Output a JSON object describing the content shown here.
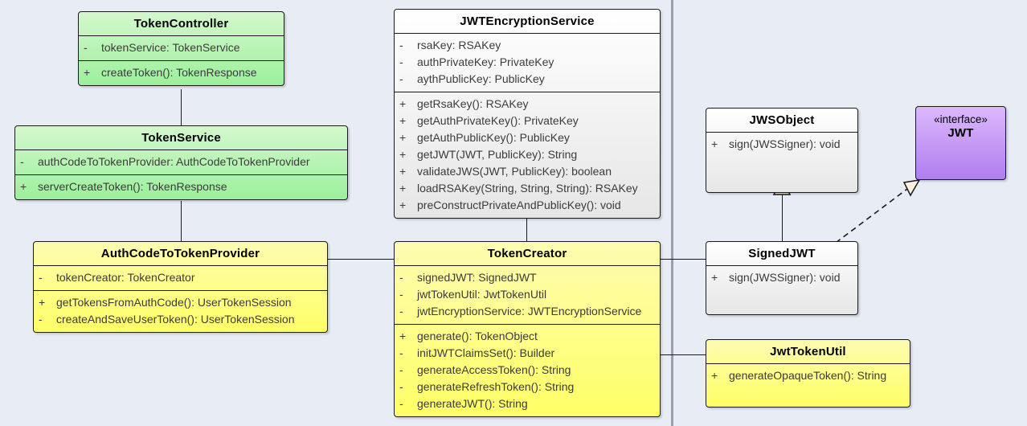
{
  "diagram": {
    "kind": "uml-class-diagram",
    "background": "#e8ecf5",
    "divider_color": "#9aa0ab",
    "colors": {
      "green": "#9cf09c",
      "yellow": "#ffff66",
      "white": "#ffffff",
      "purple": "#b07ef0",
      "arrow_fill": "#fdf0dc",
      "line": "#1a1a1a"
    }
  },
  "classes": {
    "token_controller": {
      "name": "TokenController",
      "attributes": [
        {
          "visibility": "-",
          "signature": "tokenService: TokenService"
        }
      ],
      "methods": [
        {
          "visibility": "+",
          "signature": "createToken(): TokenResponse"
        }
      ]
    },
    "jwt_encryption_service": {
      "name": "JWTEncryptionService",
      "attributes": [
        {
          "visibility": "-",
          "signature": "rsaKey: RSAKey"
        },
        {
          "visibility": "-",
          "signature": "authPrivateKey: PrivateKey"
        },
        {
          "visibility": "-",
          "signature": "aythPublicKey: PublicKey"
        }
      ],
      "methods": [
        {
          "visibility": "+",
          "signature": "getRsaKey(): RSAKey"
        },
        {
          "visibility": "+",
          "signature": "getAuthPrivateKey(): PrivateKey"
        },
        {
          "visibility": "+",
          "signature": "getAuthPublicKey(): PublicKey"
        },
        {
          "visibility": "+",
          "signature": "getJWT(JWT, PublicKey): String"
        },
        {
          "visibility": "+",
          "signature": "validateJWS(JWT, PublicKey): boolean"
        },
        {
          "visibility": "+",
          "signature": "loadRSAKey(String, String, String): RSAKey"
        },
        {
          "visibility": "+",
          "signature": "preConstructPrivateAndPublicKey(): void"
        }
      ]
    },
    "token_service": {
      "name": "TokenService",
      "attributes": [
        {
          "visibility": "-",
          "signature": "authCodeToTokenProvider: AuthCodeToTokenProvider"
        }
      ],
      "methods": [
        {
          "visibility": "+",
          "signature": "serverCreateToken(): TokenResponse"
        }
      ]
    },
    "jws_object": {
      "name": "JWSObject",
      "attributes": [],
      "methods": [
        {
          "visibility": "+",
          "signature": "sign(JWSSigner): void"
        }
      ]
    },
    "jwt_interface": {
      "stereotype": "«interface»",
      "name": "JWT",
      "attributes": [],
      "methods": []
    },
    "auth_code_to_token_provider": {
      "name": "AuthCodeToTokenProvider",
      "attributes": [
        {
          "visibility": "-",
          "signature": "tokenCreator: TokenCreator"
        }
      ],
      "methods": [
        {
          "visibility": "+",
          "signature": "getTokensFromAuthCode(): UserTokenSession"
        },
        {
          "visibility": "-",
          "signature": "createAndSaveUserToken(): UserTokenSession"
        }
      ]
    },
    "token_creator": {
      "name": "TokenCreator",
      "attributes": [
        {
          "visibility": "-",
          "signature": "signedJWT: SignedJWT"
        },
        {
          "visibility": "-",
          "signature": "jwtTokenUtil: JwtTokenUtil"
        },
        {
          "visibility": "-",
          "signature": "jwtEncryptionService: JWTEncryptionService"
        }
      ],
      "methods": [
        {
          "visibility": "+",
          "signature": "generate(): TokenObject"
        },
        {
          "visibility": "-",
          "signature": "initJWTClaimsSet(): Builder"
        },
        {
          "visibility": "-",
          "signature": "generateAccessToken(): String"
        },
        {
          "visibility": "-",
          "signature": "generateRefreshToken(): String"
        },
        {
          "visibility": "-",
          "signature": "generateJWT(): String"
        }
      ]
    },
    "signed_jwt": {
      "name": "SignedJWT",
      "attributes": [],
      "methods": [
        {
          "visibility": "+",
          "signature": "sign(JWSSigner): void"
        }
      ]
    },
    "jwt_token_util": {
      "name": "JwtTokenUtil",
      "attributes": [],
      "methods": [
        {
          "visibility": "+",
          "signature": "generateOpaqueToken(): String"
        }
      ]
    }
  },
  "relationships": [
    {
      "id": "rel-controller-service",
      "type": "association",
      "from": "TokenController",
      "to": "TokenService"
    },
    {
      "id": "rel-service-provider",
      "type": "association",
      "from": "TokenService",
      "to": "AuthCodeToTokenProvider"
    },
    {
      "id": "rel-provider-creator",
      "type": "association",
      "from": "AuthCodeToTokenProvider",
      "to": "TokenCreator"
    },
    {
      "id": "rel-encryption-creator",
      "type": "association",
      "from": "JWTEncryptionService",
      "to": "TokenCreator"
    },
    {
      "id": "rel-creator-signedjwt",
      "type": "association",
      "from": "TokenCreator",
      "to": "SignedJWT"
    },
    {
      "id": "rel-creator-jwttokenutil",
      "type": "association",
      "from": "TokenCreator",
      "to": "JwtTokenUtil"
    },
    {
      "id": "rel-signedjwt-jwsobject",
      "type": "generalization",
      "from": "SignedJWT",
      "to": "JWSObject"
    },
    {
      "id": "rel-signedjwt-jwt",
      "type": "realization",
      "from": "SignedJWT",
      "to": "JWT"
    }
  ]
}
